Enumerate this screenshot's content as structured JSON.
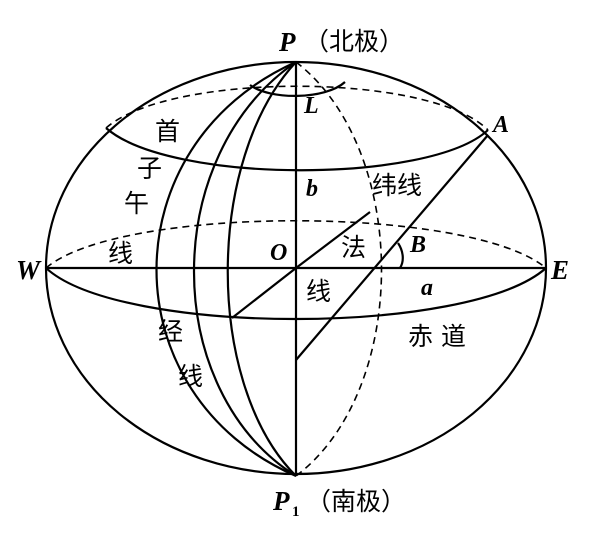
{
  "points": {
    "north_pole": "P",
    "north_pole_note": "（北极）",
    "south_pole": "P",
    "south_pole_subscript": "1",
    "south_pole_note": "（南极）",
    "west": "W",
    "east": "E",
    "center": "O",
    "a_point": "A",
    "b_point": "B",
    "l_point": "L"
  },
  "segments": {
    "lower_a": "a",
    "lower_b": "b"
  },
  "labels": {
    "prime_meridian": [
      "首",
      "子",
      "午",
      "线"
    ],
    "meridian": [
      "经",
      "线"
    ],
    "parallel": "纬线",
    "normal": [
      "法",
      "线"
    ],
    "equator": "赤 道"
  },
  "colors": {
    "ink": "#000000",
    "background": "#ffffff"
  }
}
